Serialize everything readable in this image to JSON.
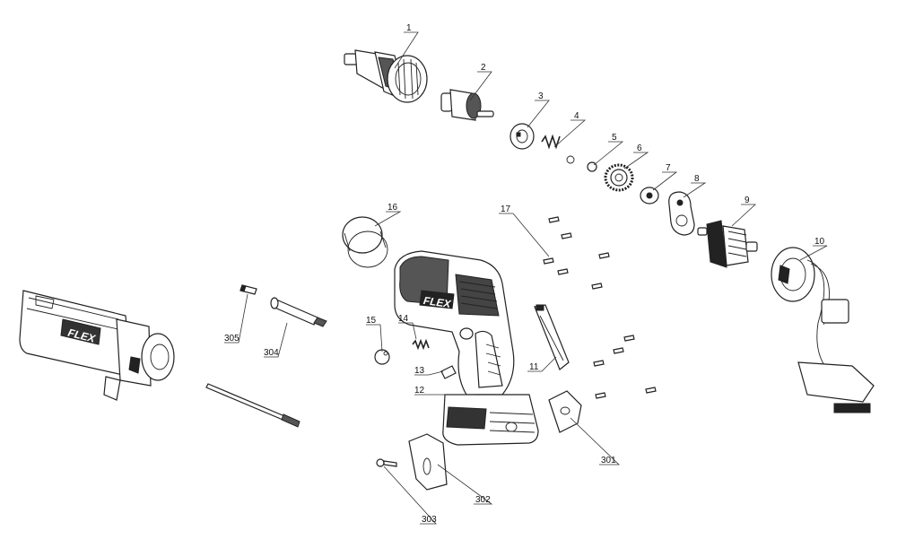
{
  "callouts": {
    "c1": "1",
    "c2": "2",
    "c3": "3",
    "c4": "4",
    "c5": "5",
    "c6": "6",
    "c7": "7",
    "c8": "8",
    "c9": "9",
    "c10": "10",
    "c11": "11",
    "c12": "12",
    "c13": "13",
    "c14": "14",
    "c15": "15",
    "c16": "16",
    "c17": "17",
    "c301": "301",
    "c302": "302",
    "c303": "303",
    "c304": "304",
    "c305": "305"
  },
  "branding": {
    "logo_text": "FLEX",
    "logo_text_attachment": "FLEX"
  },
  "colors": {
    "line": "#222222",
    "background": "#ffffff"
  }
}
